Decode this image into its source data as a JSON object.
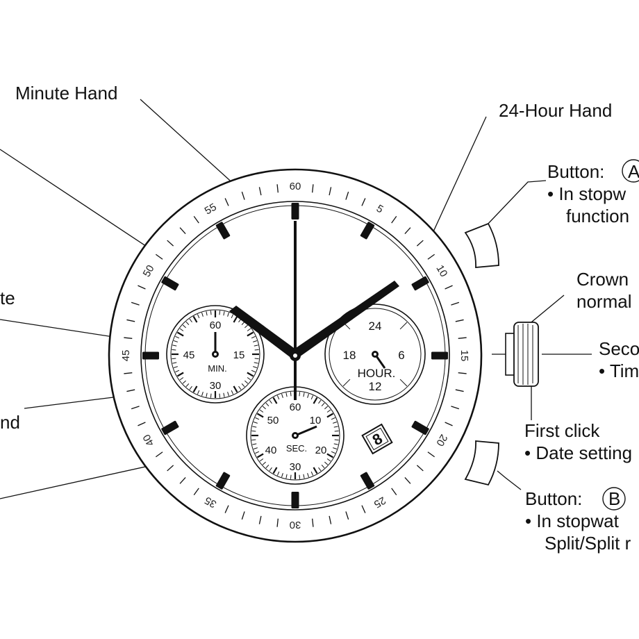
{
  "labels": {
    "minute_hand": "Minute Hand",
    "hour24_hand": "24-Hour Hand",
    "button_a": "Button: ",
    "button_a_mark": "A",
    "button_a_line1": "• In stopw",
    "button_a_line2": "function",
    "crown_line1": "Crown",
    "crown_line2": "normal",
    "second_line1": "Seco",
    "second_line2": "• Tim",
    "first_click": "First click",
    "date_setting": "• Date setting",
    "button_b": "Button: ",
    "button_b_mark": "B",
    "button_b_line1": "•  In stopwat",
    "button_b_line2": "Split/Split r",
    "left_te": "te",
    "left_nd": "nd"
  },
  "bezel": {
    "numbers": [
      "60",
      "5",
      "10",
      "15",
      "20",
      "25",
      "30",
      "35",
      "40",
      "45",
      "50",
      "55"
    ]
  },
  "minute_sub_dial": {
    "numbers": [
      "60",
      "15",
      "30",
      "45"
    ],
    "name": "MIN."
  },
  "hour_sub_dial": {
    "numbers": [
      "24",
      "6",
      "12",
      "18"
    ],
    "name": "HOUR."
  },
  "second_sub_dial": {
    "numbers": [
      "60",
      "10",
      "20",
      "30",
      "40",
      "50"
    ],
    "name": "SEC."
  },
  "date_window": "8",
  "colors": {
    "ink": "#111111",
    "paper": "#ffffff"
  }
}
